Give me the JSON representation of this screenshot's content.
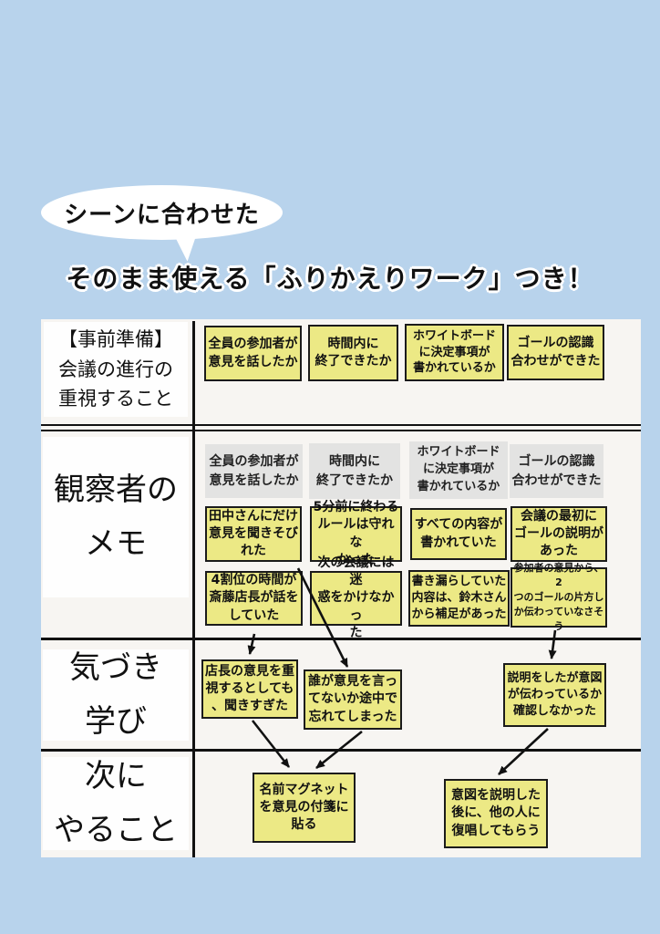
{
  "header": {
    "bubble": "シーンに合わせた",
    "title": "そのまま使える「ふりかえりワーク」つき！"
  },
  "rows": {
    "preparation": {
      "label": "【事前準備】\n会議の進行の\n重視すること",
      "notes": [
        "全員の参加者が\n意見を話したか",
        "時間内に\n終了できたか",
        "ホワイトボード\nに決定事項が\n書かれているか",
        "ゴールの認識\n合わせができた"
      ]
    },
    "observer": {
      "label": "観察者の\nメモ",
      "headers": [
        "全員の参加者が\n意見を話したか",
        "時間内に\n終了できたか",
        "ホワイトボード\nに決定事項が\n書かれているか",
        "ゴールの認識\n合わせができた"
      ],
      "notes_row1": [
        "田中さんにだけ\n意見を聞きそび\nれた",
        "5分前に終わる\nルールは守れな\nかった",
        "すべての内容が\n書かれていた",
        "会議の最初に\nゴールの説明が\nあった"
      ],
      "notes_row2": [
        "4割位の時間が\n斎藤店長が話を\nしていた",
        "次の会議には迷\n惑をかけなかっ\nた",
        "書き漏らしていた\n内容は、鈴木さん\nから補足があった",
        "参加者の意見から、2\nつのゴールの片方し\nか伝わっていなさそ\nう"
      ]
    },
    "insights": {
      "label": "気づき\n学び",
      "notes": [
        "店長の意見を重\n視するとしても\n、聞きすぎた",
        "誰が意見を言っ\nてないか途中で\n忘れてしまった",
        "説明をしたが意図\nが伝わっているか\n確認しなかった"
      ]
    },
    "next": {
      "label": "次に\nやること",
      "notes": [
        "名前マグネット\nを意見の付箋に\n貼る",
        "意図を説明した\n後に、他の人に\n復唱してもらう"
      ]
    }
  },
  "colors": {
    "background": "#b8d3ec",
    "panel": "#f7f5f2",
    "sticky_yellow": "#ece985",
    "header_gray": "#e3e3e2",
    "line_black": "#111111"
  }
}
